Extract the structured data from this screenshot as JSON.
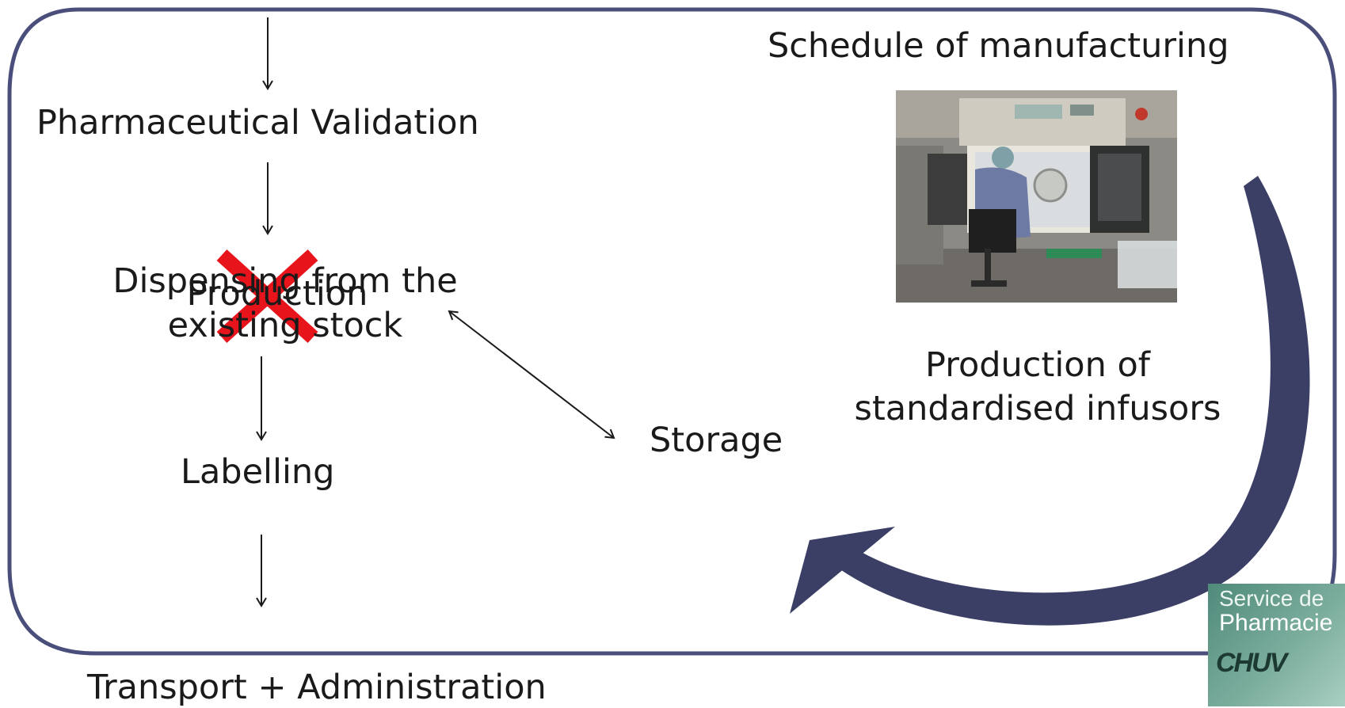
{
  "diagram": {
    "labels": {
      "validation": "Pharmaceutical Validation",
      "dispensing_line1": "Dispensing from the",
      "dispensing_line2": "existing stock",
      "production": "Production",
      "labelling": "Labelling",
      "transport": "Transport + Administration",
      "storage": "Storage",
      "schedule": "Schedule of manufacturing",
      "production_of_line1": "Production of",
      "production_of_line2": "standardised infusors"
    },
    "photo": {
      "description": "operator working at isolator"
    },
    "logo": {
      "line1": "Service de",
      "line2": "Pharmacie",
      "line3": "CHUV"
    },
    "colors": {
      "frame": "#4a4e7a",
      "cycle_arrow": "#3b3f66",
      "cross": "#e8141b",
      "text": "#1a1a1a"
    }
  }
}
